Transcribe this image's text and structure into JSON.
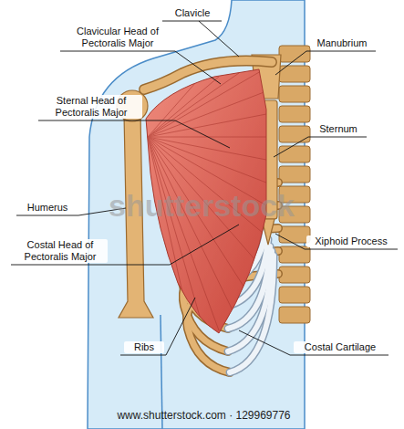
{
  "diagram": {
    "labels": [
      "Clavicle",
      "Clavicular Head of Pectoralis Major",
      "Manubrium",
      "Sternal Head of Pectoralis Major",
      "Sternum",
      "Humerus",
      "Xiphoid Process",
      "Costal Head of Pectoralis Major",
      "Ribs",
      "Costal Cartilage",
      "shutterstock",
      "www.shutterstock.com · 129969776"
    ]
  }
}
